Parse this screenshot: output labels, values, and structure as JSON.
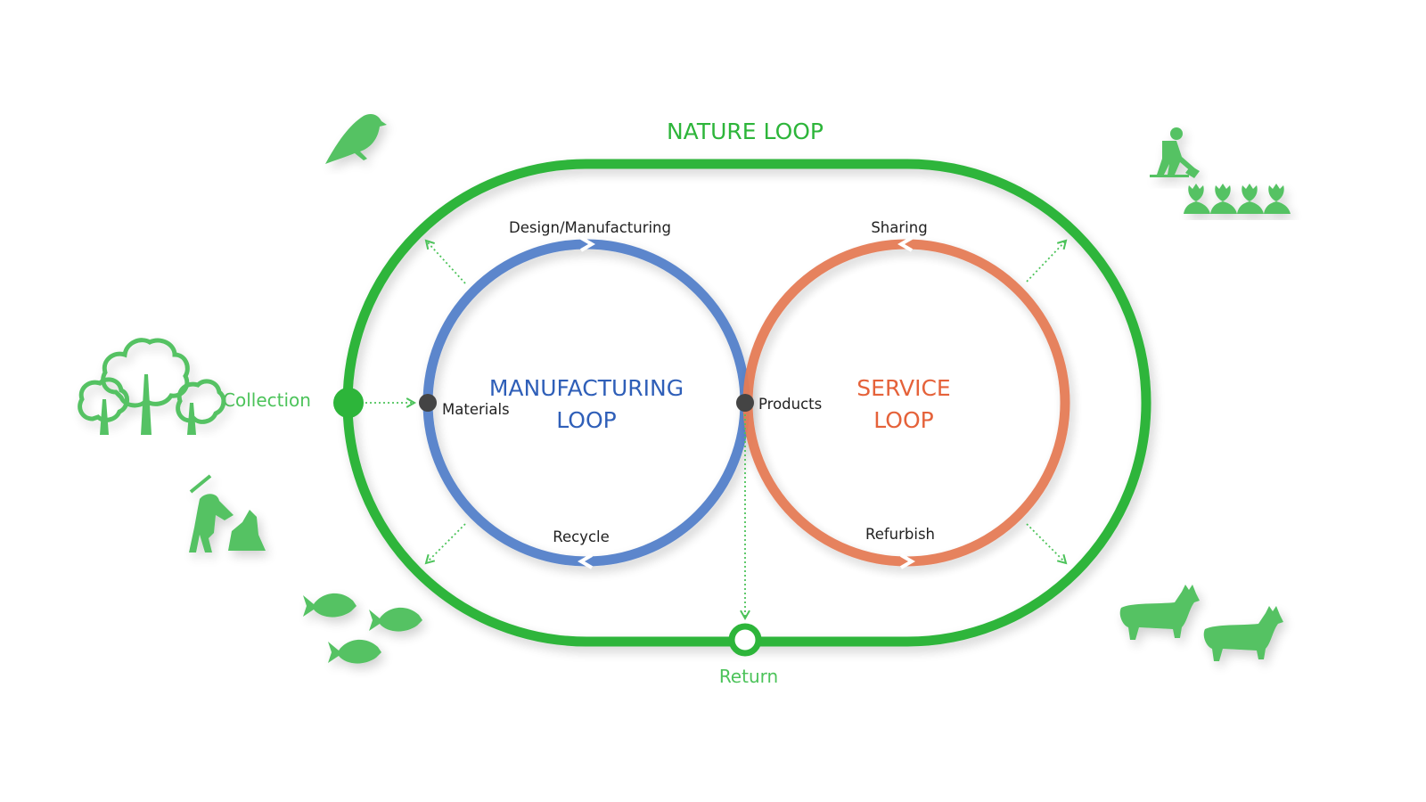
{
  "title": "Circular economy loops diagram",
  "colors": {
    "nature": "#2db53a",
    "icon_green": "#55c264",
    "manufacturing": "#5b86cc",
    "manufacturing_text": "#2f5fb8",
    "service": "#e57c57",
    "service_text": "#e5623a",
    "node": "#444444"
  },
  "loops": {
    "nature": {
      "label": "NATURE LOOP"
    },
    "manufacturing": {
      "label_line1": "MANUFACTURING",
      "label_line2": "LOOP"
    },
    "service": {
      "label_line1": "SERVICE",
      "label_line2": "LOOP"
    }
  },
  "stages": {
    "design_manufacturing": "Design/Manufacturing",
    "recycle": "Recycle",
    "sharing": "Sharing",
    "refurbish": "Refurbish"
  },
  "nodes": {
    "materials": "Materials",
    "products": "Products",
    "collection": "Collection",
    "return": "Return"
  },
  "icons": [
    "bird-icon",
    "trees-icon",
    "miner-icon",
    "fish-icon",
    "farmer-icon",
    "crops-icon",
    "cattle-icon"
  ]
}
